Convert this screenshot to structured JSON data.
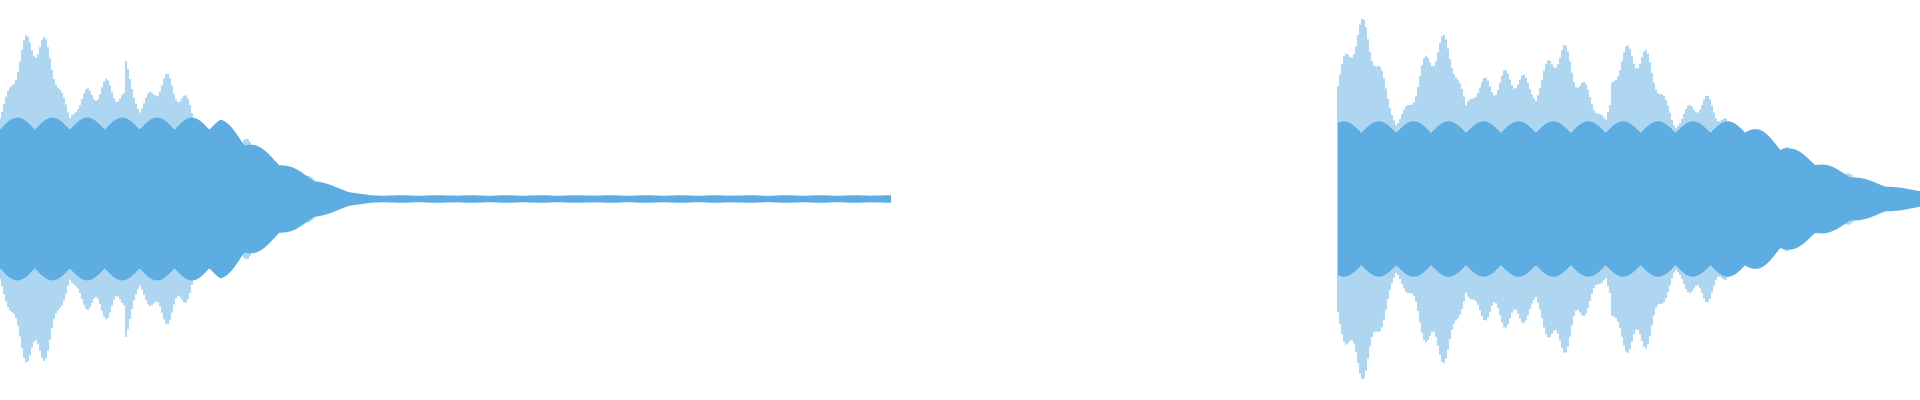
{
  "waveform": {
    "color": "#5dade2",
    "background": "#ffffff",
    "view": {
      "min_amplitude": -1,
      "max_amplitude": 1
    },
    "clips": [
      {
        "start": 0.0,
        "end": 0.464,
        "peak": 0.93,
        "body": 0.44,
        "sustain_end": 0.14,
        "decay_end": 0.42,
        "trail_level": 0.02
      },
      {
        "start": 0.697,
        "end": 1.0,
        "peak": 0.98,
        "body": 0.42,
        "sustain_end": 0.47,
        "decay_end": 1.0,
        "trail_level": 0.05
      }
    ]
  }
}
